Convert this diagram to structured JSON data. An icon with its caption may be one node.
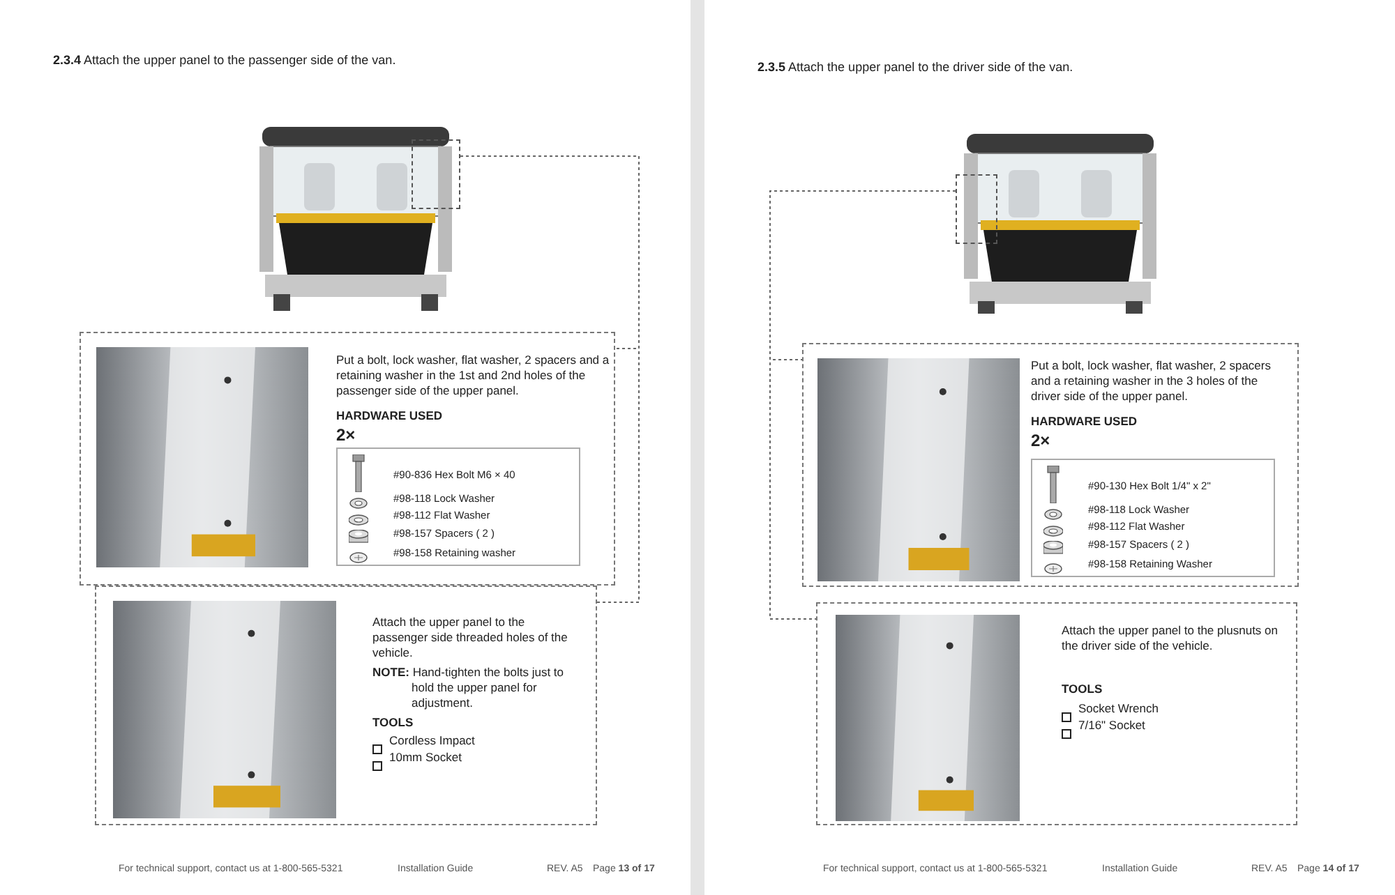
{
  "diagram": {
    "nodes": [
      {
        "text": [],
        "shape": "picture"
      },
      {
        "text": [],
        "shape": "box",
        "in": 0
      },
      {
        "text": [
          "Put a bolt, lock washer, flat washer, 2 spacers and a retaining washer in the 1st and 2nd holes of the passenger side of the upper panel.",
          "HARDWARE USED",
          "2×"
        ]
      },
      {
        "text": [],
        "shape": "picture",
        "in": 2
      },
      {
        "text": [
          "#90-836 Hex Bolt  M6 × 40",
          "#98-118 Lock Washer",
          "#98-112 Flat Washer",
          "#98-157 Spacers  ( 2 )",
          "#98-158 Retaining washer"
        ],
        "in": 2
      },
      {
        "text": [
          "Attach the upper panel to the passenger side threaded holes of the vehicle.",
          "**NOTE:** Hand-tighten the bolts just to hold the upper panel for adjustment.",
          "TOOLS",
          "Cordless Impact",
          "10mm Socket"
        ]
      },
      {
        "text": [],
        "shape": "picture",
        "in": 5
      },
      {
        "text": [],
        "shape": "picture"
      },
      {
        "text": [],
        "shape": "box",
        "in": 7
      },
      {
        "text": [
          "Put a bolt, lock washer, flat washer, 2 spacers and a retaining washer in the 3 holes of the driver side of the upper panel.",
          "HARDWARE USED",
          "2×"
        ]
      },
      {
        "text": [],
        "shape": "picture",
        "in": 9
      },
      {
        "text": [
          "#90-130 Hex Bolt 1/4\" x 2\"",
          "#98-118 Lock Washer",
          "#98-112 Flat Washer",
          "#98-157 Spacers  ( 2 )",
          "#98-158 Retaining Washer"
        ],
        "in": 9
      },
      {
        "text": [
          "Attach the upper panel to the plusnuts on the driver side of the vehicle.",
          "TOOLS",
          "Socket Wrench",
          "7/16\" Socket"
        ]
      },
      {
        "text": [],
        "shape": "picture",
        "in": 12
      }
    ],
    "edges": [
      {
        "from": 1,
        "to": 2,
        "arrow": "none",
        "style": "dashed"
      },
      {
        "from": 1,
        "to": 5,
        "arrow": "none",
        "style": "dashed"
      },
      {
        "from": 8,
        "to": 9,
        "arrow": "none",
        "style": "dashed"
      },
      {
        "from": 8,
        "to": 12,
        "arrow": "none",
        "style": "dashed"
      }
    ],
    "labels": [
      "**2.3.4** Attach the upper panel to the passenger side of the van.",
      "For technical support, contact us at 1-800-565-5321",
      "Installation Guide",
      "REV. A5",
      "Page **13 of 17**",
      "**2.3.5** Attach the upper panel to the driver side of the van.",
      "For technical support, contact us at 1-800-565-5321",
      "Installation Guide",
      "REV. A5",
      "Page **14 of 17**"
    ]
  }
}
